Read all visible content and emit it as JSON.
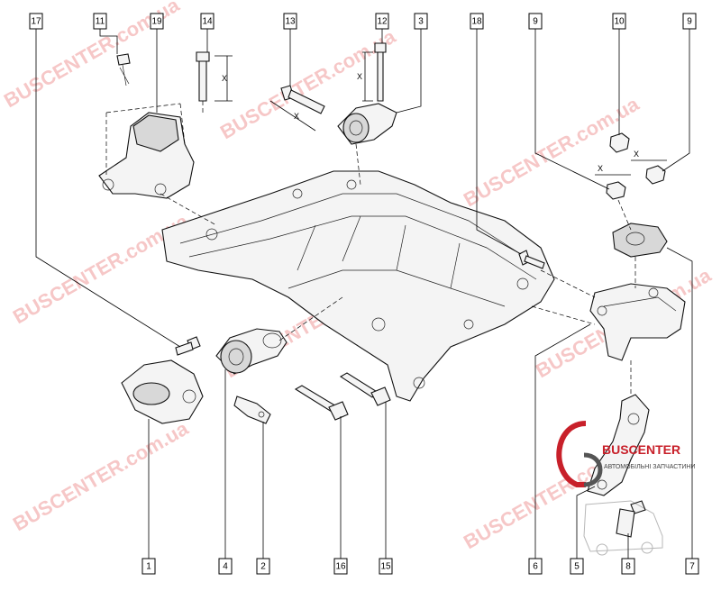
{
  "callouts": [
    "17",
    "11",
    "19",
    "14",
    "13",
    "12",
    "3",
    "18",
    "9",
    "10",
    "9",
    "1",
    "4",
    "2",
    "16",
    "15",
    "6",
    "5",
    "8",
    "7"
  ],
  "dimension_label": "X",
  "watermark": {
    "text": "BUSCENTER.com.ua",
    "color": "#e23b3b"
  },
  "logo": {
    "title": "BUSCENTER",
    "subtitle": "АВТОМОБІЛЬНІ ЗАПЧАСТИНИ"
  }
}
